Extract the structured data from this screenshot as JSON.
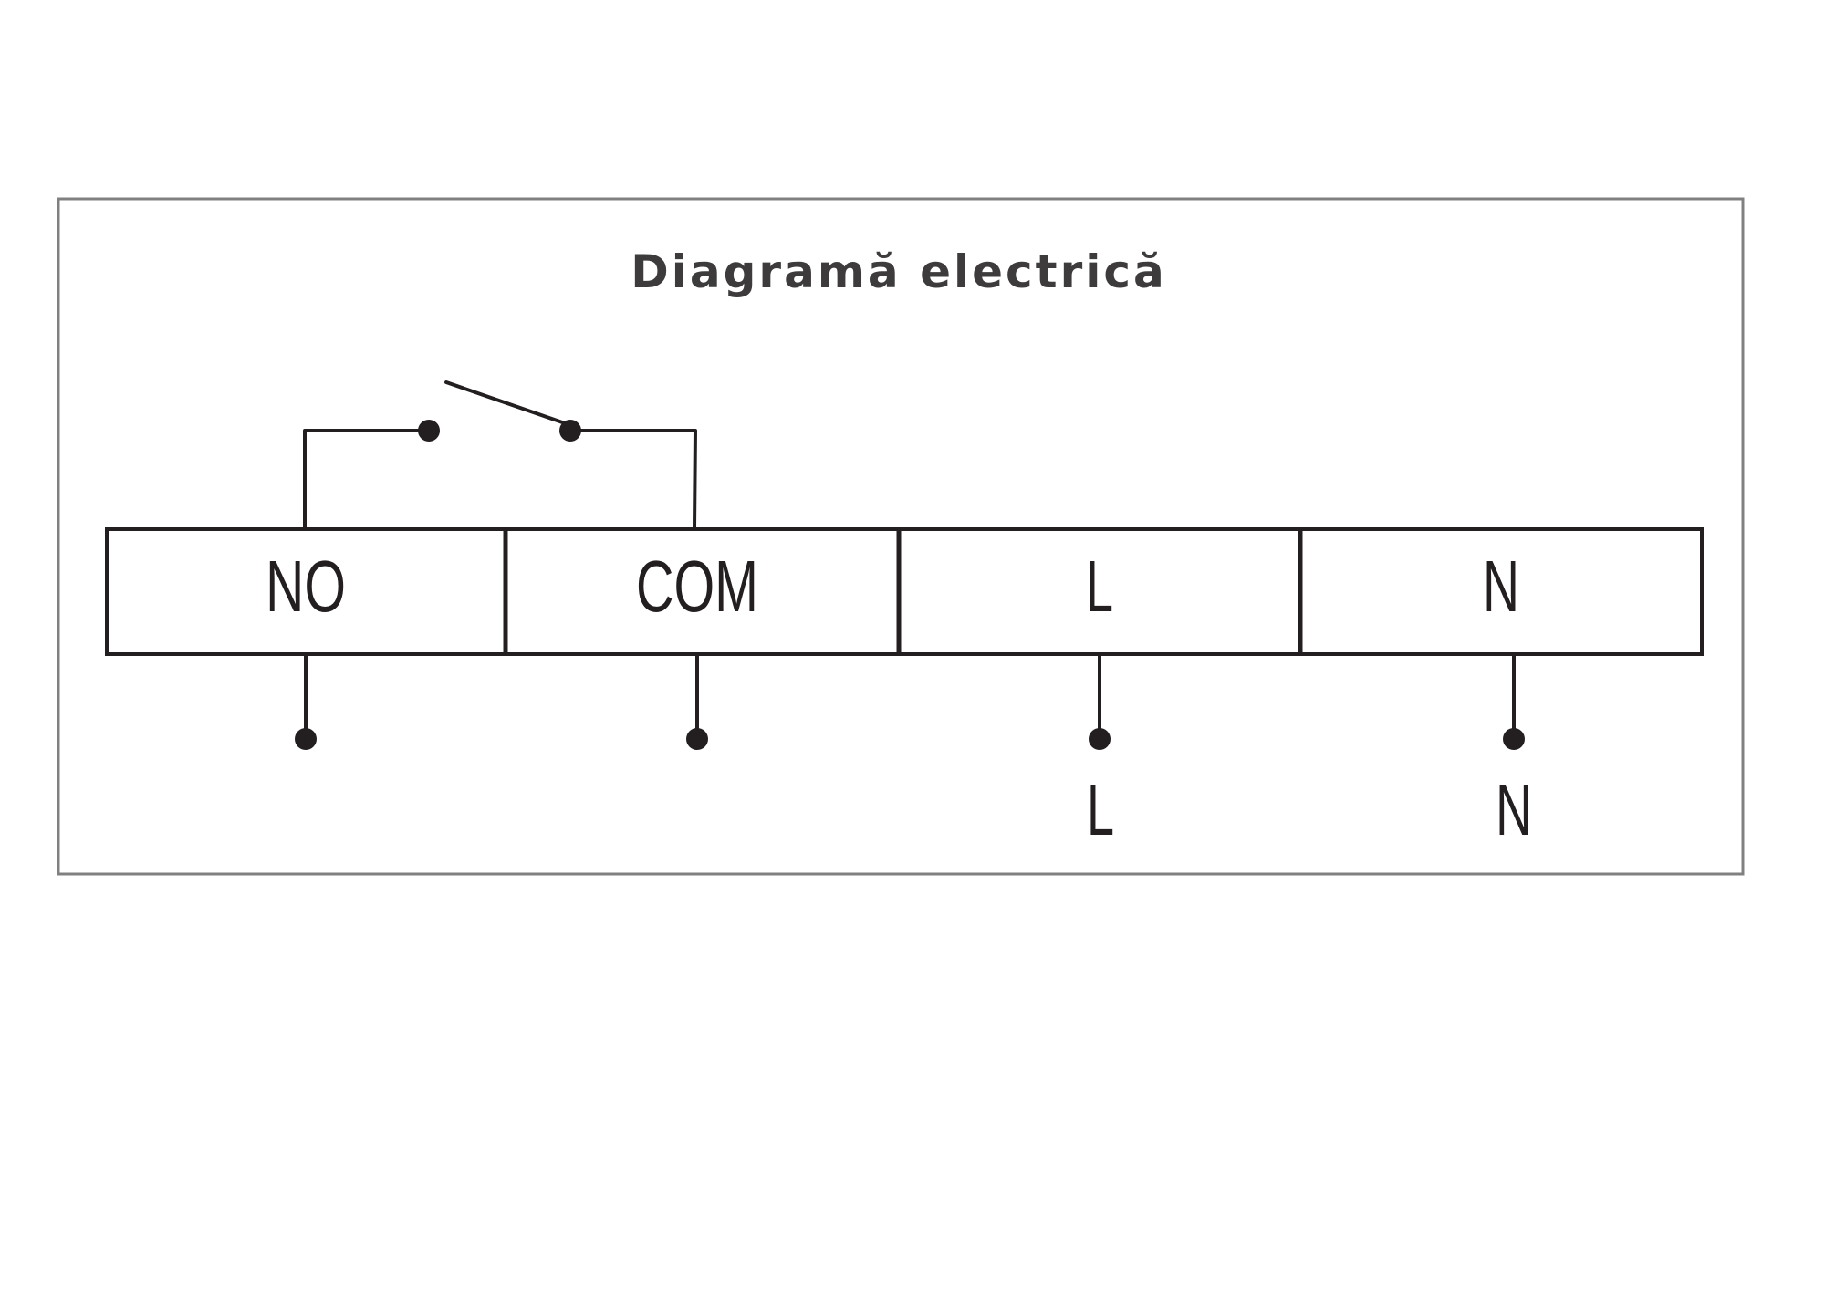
{
  "title": "Diagramă electrică",
  "terminals": [
    {
      "id": "no",
      "label": "NO"
    },
    {
      "id": "com",
      "label": "COM"
    },
    {
      "id": "l",
      "label": "L"
    },
    {
      "id": "n",
      "label": "N"
    }
  ],
  "supply_labels": {
    "l": "L",
    "n": "N"
  },
  "colors": {
    "line": "#231f20",
    "frame": "#808080",
    "title": "#3d3b3c"
  }
}
